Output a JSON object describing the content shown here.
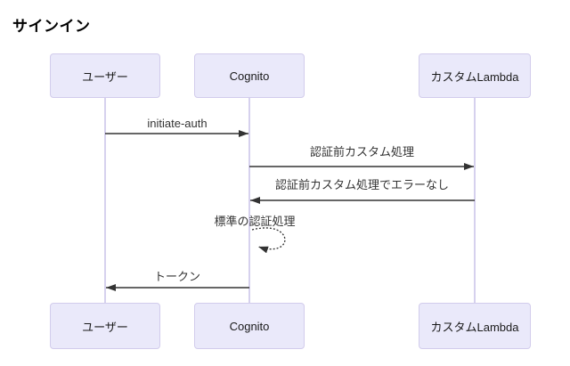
{
  "title": "サインイン",
  "diagram_type": "sequence-diagram",
  "actors": [
    {
      "id": "user",
      "label": "ユーザー"
    },
    {
      "id": "cognito",
      "label": "Cognito"
    },
    {
      "id": "lambda",
      "label": "カスタムLambda"
    }
  ],
  "messages": [
    {
      "label": "initiate-auth",
      "from": "ユーザー",
      "to": "Cognito",
      "line": "solid",
      "direction": "right"
    },
    {
      "label": "認証前カスタム処理",
      "from": "Cognito",
      "to": "カスタムLambda",
      "line": "solid",
      "direction": "right"
    },
    {
      "label": "認証前カスタム処理でエラーなし",
      "from": "カスタムLambda",
      "to": "Cognito",
      "line": "solid",
      "direction": "left"
    },
    {
      "label": "標準の認証処理",
      "from": "Cognito",
      "to": "Cognito",
      "line": "dotted",
      "direction": "self"
    },
    {
      "label": "トークン",
      "from": "Cognito",
      "to": "ユーザー",
      "line": "solid",
      "direction": "left"
    }
  ],
  "colors": {
    "background": "#FFFFFF",
    "actor_fill": "#EAE9FA",
    "actor_border": "#D2CCEC",
    "lifeline": "#C9C2E8",
    "arrow": "#333333",
    "message_text": "#333333",
    "title_text": "#000000"
  }
}
